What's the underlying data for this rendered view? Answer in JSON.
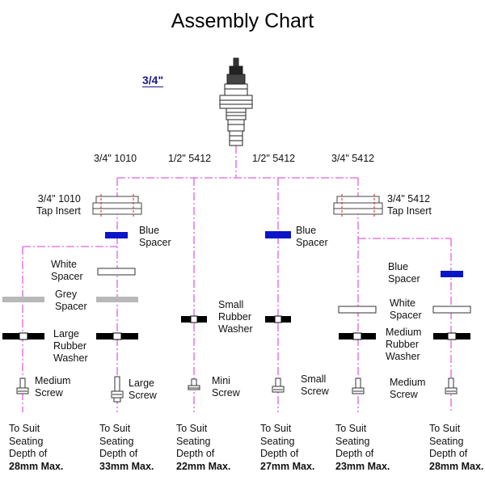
{
  "title": "Assembly Chart",
  "size_label": "3/4\"",
  "branches": {
    "b1": "3/4\" 1010",
    "b2": "1/2\" 5412",
    "b3": "1/2\" 5412",
    "b4": "3/4\" 5412"
  },
  "parts": {
    "tap_insert_1010": "3/4\" 1010\nTap Insert",
    "tap_insert_5412": "3/4\" 5412\nTap Insert",
    "blue_spacer_1": "Blue\nSpacer",
    "blue_spacer_2": "Blue\nSpacer",
    "blue_spacer_3": "Blue\nSpacer",
    "white_spacer_1": "White\nSpacer",
    "white_spacer_2": "White\nSpacer",
    "grey_spacer": "Grey\nSpacer",
    "large_rubber_washer": "Large\nRubber\nWasher",
    "small_rubber_washer": "Small\nRubber\nWasher",
    "medium_rubber_washer": "Medium\nRubber\nWasher",
    "medium_screw_1": "Medium\nScrew",
    "large_screw": "Large\nScrew",
    "mini_screw": "Mini\nScrew",
    "small_screw": "Small\nScrew",
    "medium_screw_2": "Medium\nScrew"
  },
  "suit": {
    "line1": "To Suit",
    "line2": "Seating",
    "line3": "Depth of",
    "depths": [
      "28mm Max.",
      "33mm Max.",
      "22mm Max.",
      "27mm Max.",
      "23mm Max.",
      "28mm Max."
    ]
  },
  "colors": {
    "guide_line": "#e060e0",
    "blue_spacer": "#0a14c8",
    "grey_spacer": "#b8b8b8",
    "washer": "#000000",
    "tap_insert": "#d22020"
  }
}
